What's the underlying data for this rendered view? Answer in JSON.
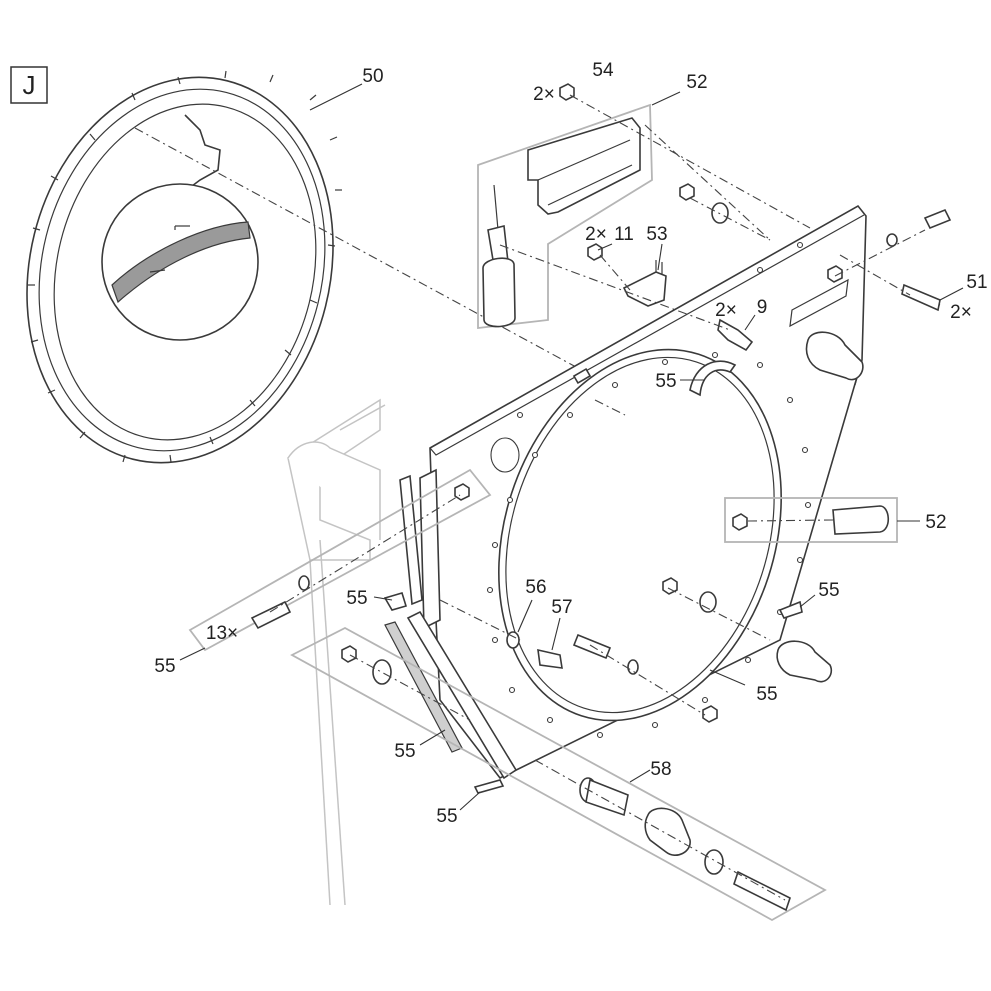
{
  "section_label": "J",
  "callouts": {
    "c50": "50",
    "c54": "54",
    "c54_qty": "2×",
    "c52_top": "52",
    "c11": "11",
    "c11_qty": "2×",
    "c53": "53",
    "c51": "51",
    "c51_qty": "2×",
    "c9": "9",
    "c9_qty": "2×",
    "c55_a": "55",
    "c52_right": "52",
    "c55_b": "55",
    "c55_c": "55",
    "c56": "56",
    "c57": "57",
    "c55_d": "55",
    "c55_e": "55",
    "c13_qty": "13×",
    "c55_f": "55",
    "c58": "58",
    "c55_g": "55"
  }
}
